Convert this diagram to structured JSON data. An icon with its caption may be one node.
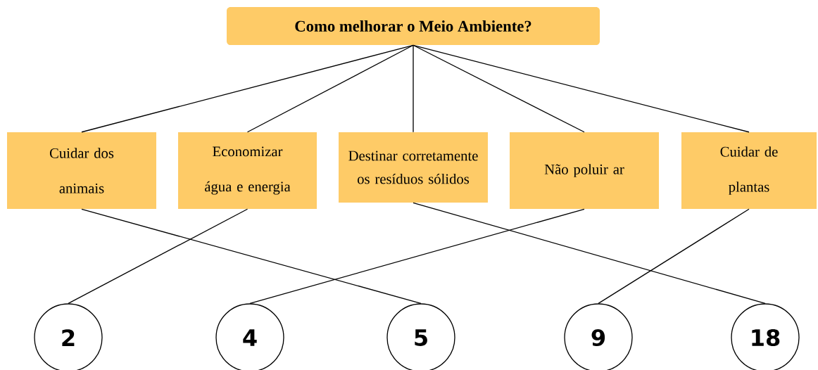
{
  "diagram": {
    "nodes": [
      {
        "text": [
          "Como melhorar o Meio Ambiente?"
        ]
      },
      {
        "text": [
          "Cuidar dos animais"
        ]
      },
      {
        "text": [
          "Economizar água e energia"
        ]
      },
      {
        "text": [
          "Destinar corretamente os resíduos sólidos"
        ]
      },
      {
        "text": [
          "Não poluir ar"
        ]
      },
      {
        "text": [
          "Cuidar de plantas"
        ]
      },
      {
        "text": [
          "2"
        ]
      },
      {
        "text": [
          "4"
        ]
      },
      {
        "text": [
          "5"
        ]
      },
      {
        "text": [
          "9"
        ]
      },
      {
        "text": [
          "18"
        ]
      }
    ],
    "edges": [
      {
        "from": 0,
        "to": 1,
        "arrow": "none"
      },
      {
        "from": 0,
        "to": 2,
        "arrow": "none"
      },
      {
        "from": 0,
        "to": 3,
        "arrow": "none"
      },
      {
        "from": 0,
        "to": 4,
        "arrow": "none"
      },
      {
        "from": 0,
        "to": 5,
        "arrow": "none"
      },
      {
        "from": 1,
        "to": 8,
        "arrow": "none"
      },
      {
        "from": 2,
        "to": 6,
        "arrow": "none"
      },
      {
        "from": 3,
        "to": 10,
        "arrow": "none"
      },
      {
        "from": 4,
        "to": 7,
        "arrow": "none"
      },
      {
        "from": 5,
        "to": 9,
        "arrow": "none"
      }
    ]
  }
}
